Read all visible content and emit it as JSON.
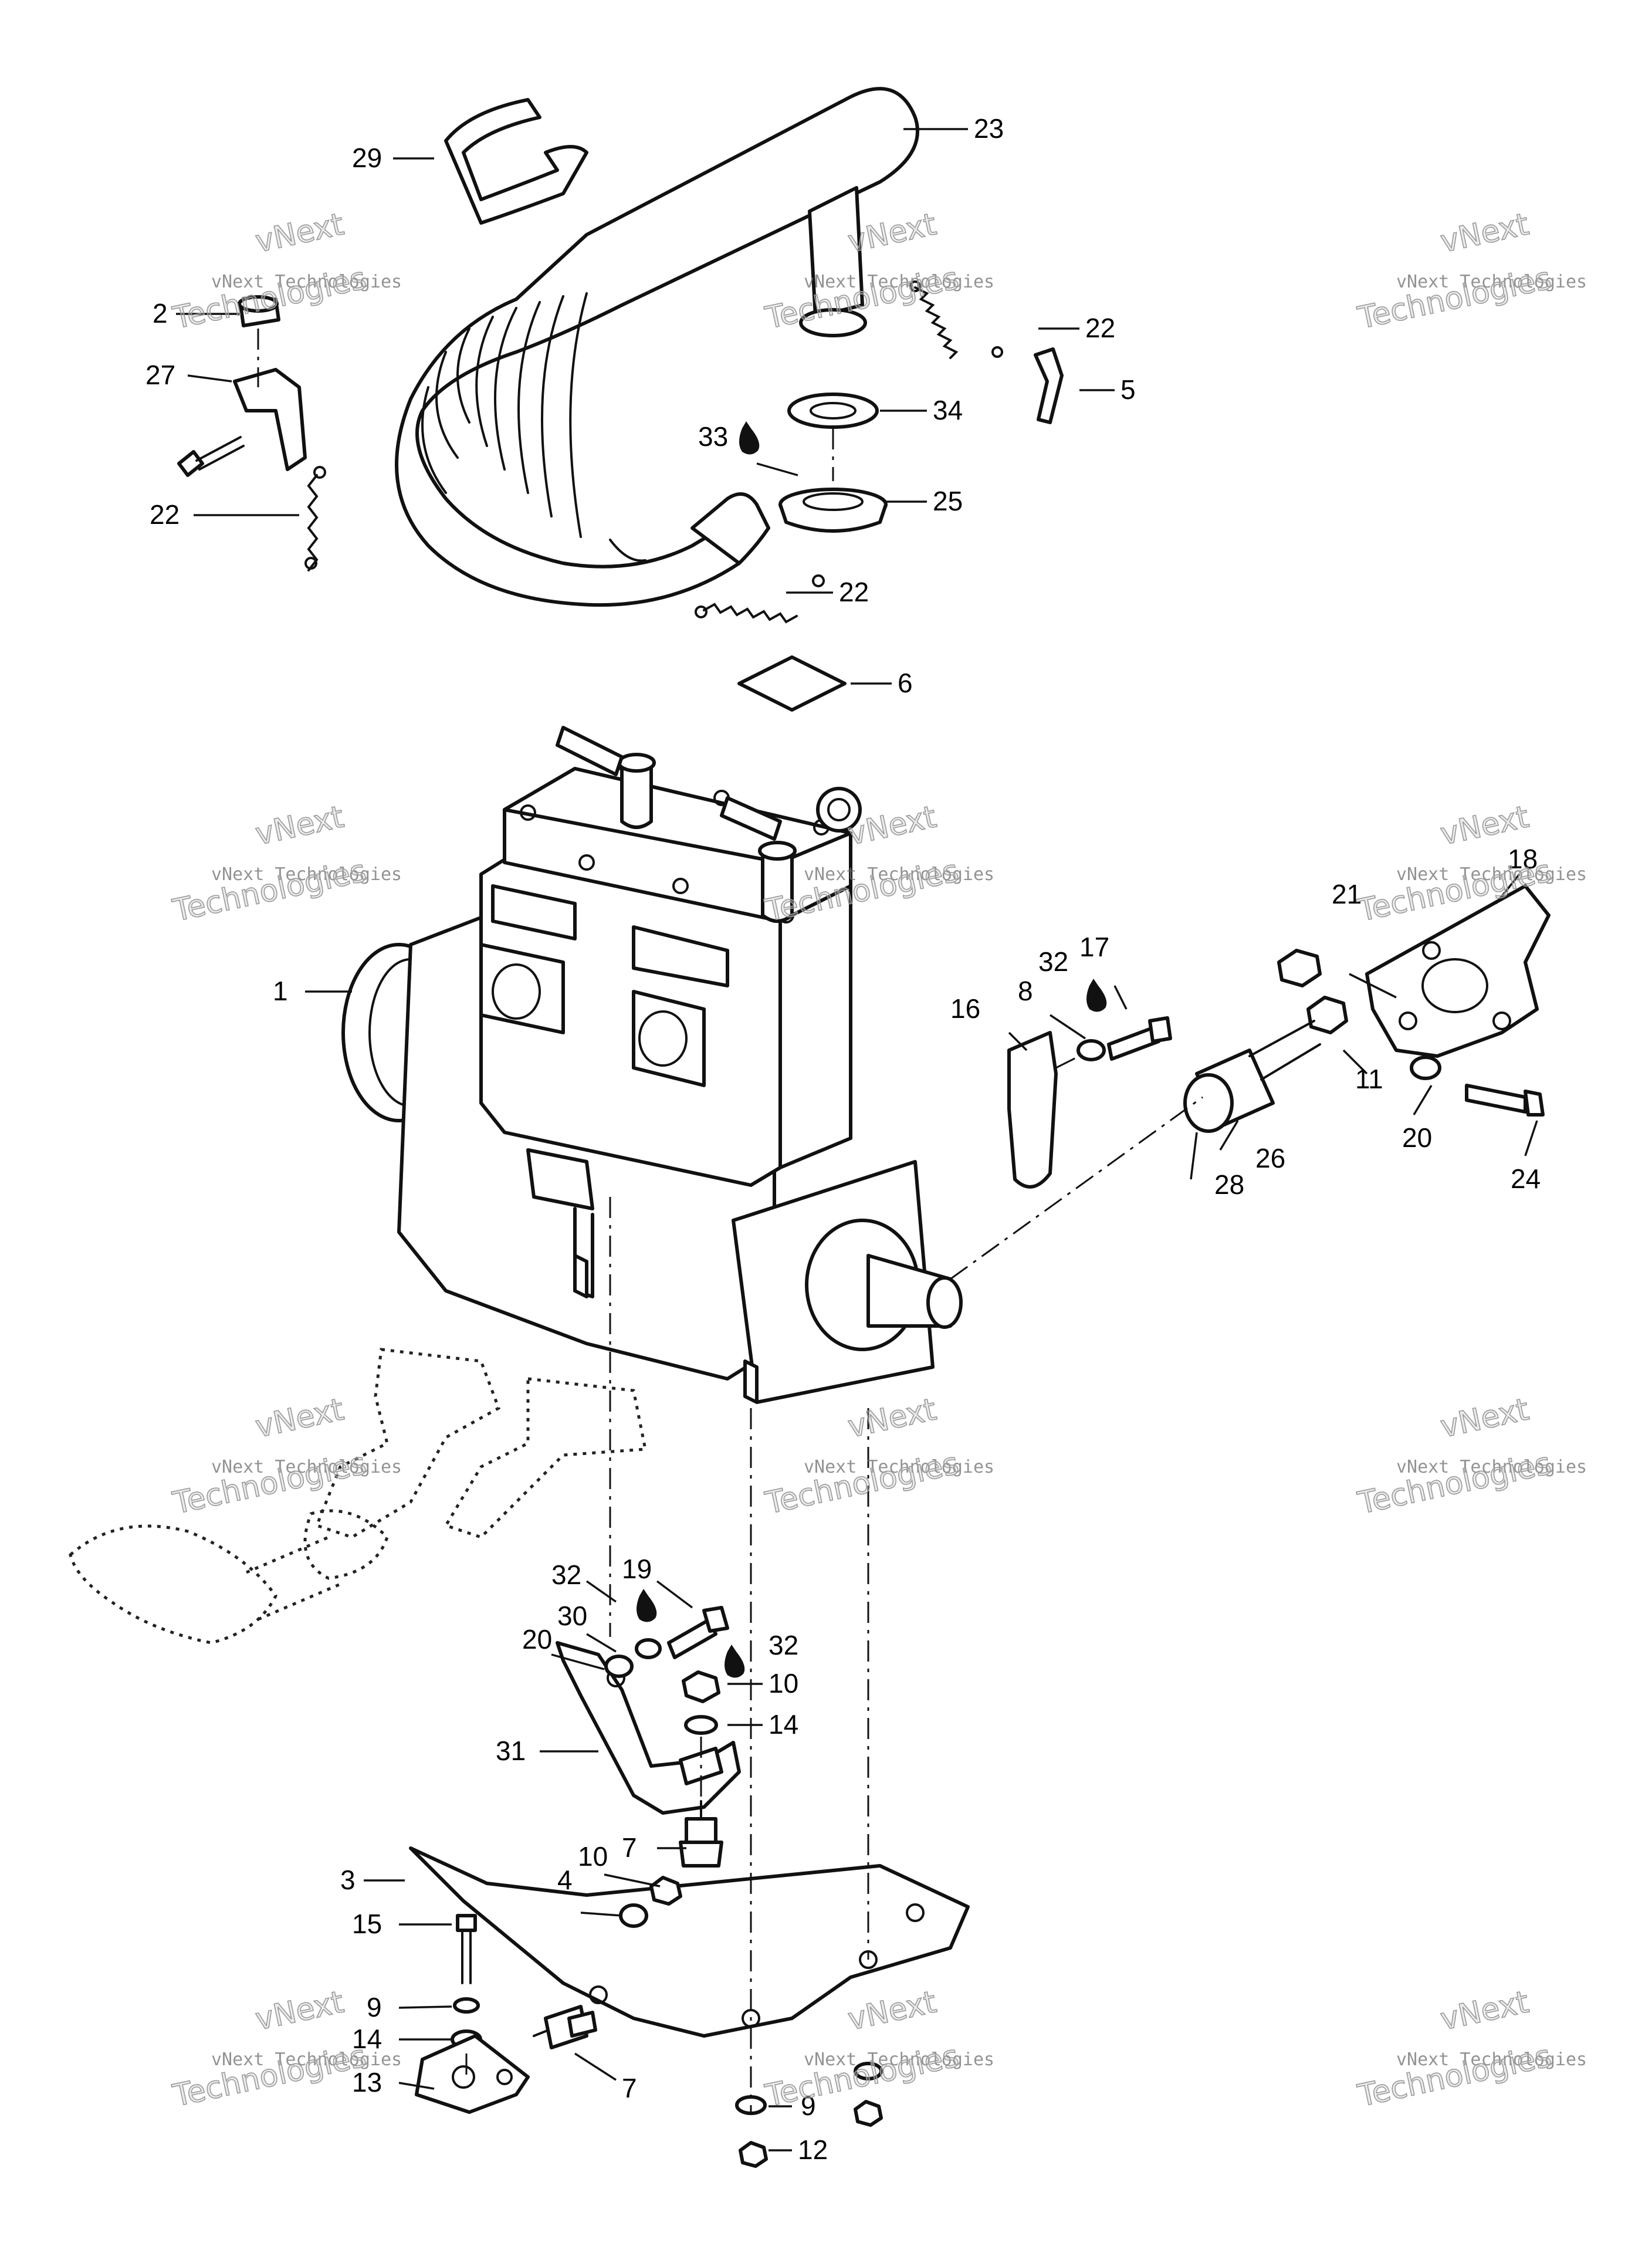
{
  "watermark": {
    "line1": "vNext",
    "line2": "vNext Technologies",
    "line3": "Technologies"
  },
  "callouts": [
    {
      "id": "c-29",
      "label": "29"
    },
    {
      "id": "c-23",
      "label": "23"
    },
    {
      "id": "c-2",
      "label": "2"
    },
    {
      "id": "c-27",
      "label": "27"
    },
    {
      "id": "c-22a",
      "label": "22"
    },
    {
      "id": "c-22b",
      "label": "22"
    },
    {
      "id": "c-22c",
      "label": "22"
    },
    {
      "id": "c-5",
      "label": "5"
    },
    {
      "id": "c-34",
      "label": "34"
    },
    {
      "id": "c-33",
      "label": "33"
    },
    {
      "id": "c-25",
      "label": "25"
    },
    {
      "id": "c-6",
      "label": "6"
    },
    {
      "id": "c-18",
      "label": "18"
    },
    {
      "id": "c-21",
      "label": "21"
    },
    {
      "id": "c-17",
      "label": "17"
    },
    {
      "id": "c-32a",
      "label": "32"
    },
    {
      "id": "c-8",
      "label": "8"
    },
    {
      "id": "c-16",
      "label": "16"
    },
    {
      "id": "c-1",
      "label": "1"
    },
    {
      "id": "c-11",
      "label": "11"
    },
    {
      "id": "c-20a",
      "label": "20"
    },
    {
      "id": "c-24",
      "label": "24"
    },
    {
      "id": "c-26",
      "label": "26"
    },
    {
      "id": "c-28",
      "label": "28"
    },
    {
      "id": "c-32b",
      "label": "32"
    },
    {
      "id": "c-19",
      "label": "19"
    },
    {
      "id": "c-30",
      "label": "30"
    },
    {
      "id": "c-20b",
      "label": "20"
    },
    {
      "id": "c-32c",
      "label": "32"
    },
    {
      "id": "c-10a",
      "label": "10"
    },
    {
      "id": "c-14a",
      "label": "14"
    },
    {
      "id": "c-31",
      "label": "31"
    },
    {
      "id": "c-7a",
      "label": "7"
    },
    {
      "id": "c-3",
      "label": "3"
    },
    {
      "id": "c-10b",
      "label": "10"
    },
    {
      "id": "c-4",
      "label": "4"
    },
    {
      "id": "c-15",
      "label": "15"
    },
    {
      "id": "c-9a",
      "label": "9"
    },
    {
      "id": "c-14b",
      "label": "14"
    },
    {
      "id": "c-13",
      "label": "13"
    },
    {
      "id": "c-7b",
      "label": "7"
    },
    {
      "id": "c-9b",
      "label": "9"
    },
    {
      "id": "c-12",
      "label": "12"
    }
  ]
}
